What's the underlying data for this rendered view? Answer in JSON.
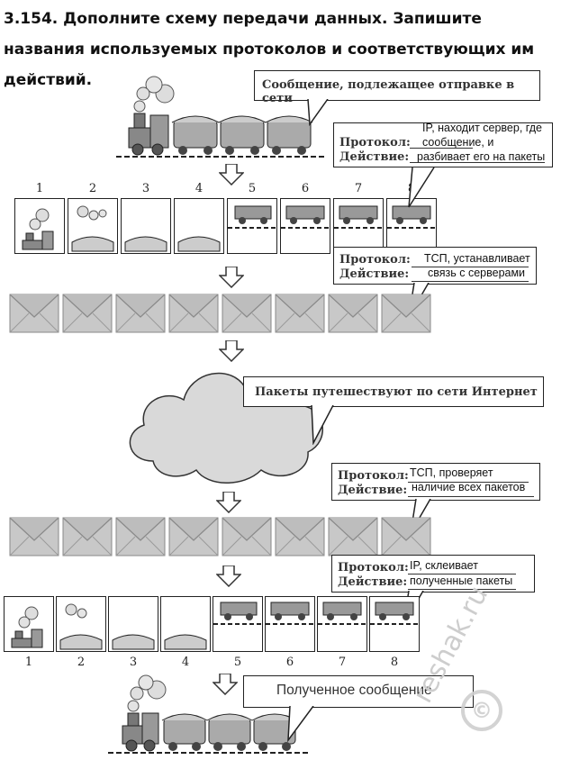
{
  "task": {
    "title": "3.154. Дополните схему передачи данных. Запишите названия используемых протоколов и соответствующих им действий."
  },
  "labels": {
    "protocol": "Протокол:",
    "action": "Действие:"
  },
  "callouts": {
    "send_message": "Сообщение, подлежащее отправке в сети",
    "internet": "Пакеты путешествуют по сети Интернет",
    "received": "Полученное сообщение"
  },
  "steps": [
    {
      "line1": "IP, находит сервер, где",
      "line2": "сообщение, и",
      "line3": "разбивает его на пакеты"
    },
    {
      "line1": "ТСП, устанавливает",
      "line2": "связь с серверами"
    },
    {
      "line1": "ТСП, проверяет",
      "line2": "наличие всех пакетов"
    },
    {
      "line1": "IP, склеивает",
      "line2": "полученные пакеты"
    }
  ],
  "packet_numbers": [
    "1",
    "2",
    "3",
    "4",
    "5",
    "6",
    "7",
    "8"
  ],
  "watermark": "reshak.ru",
  "watermark_symbol": "©"
}
